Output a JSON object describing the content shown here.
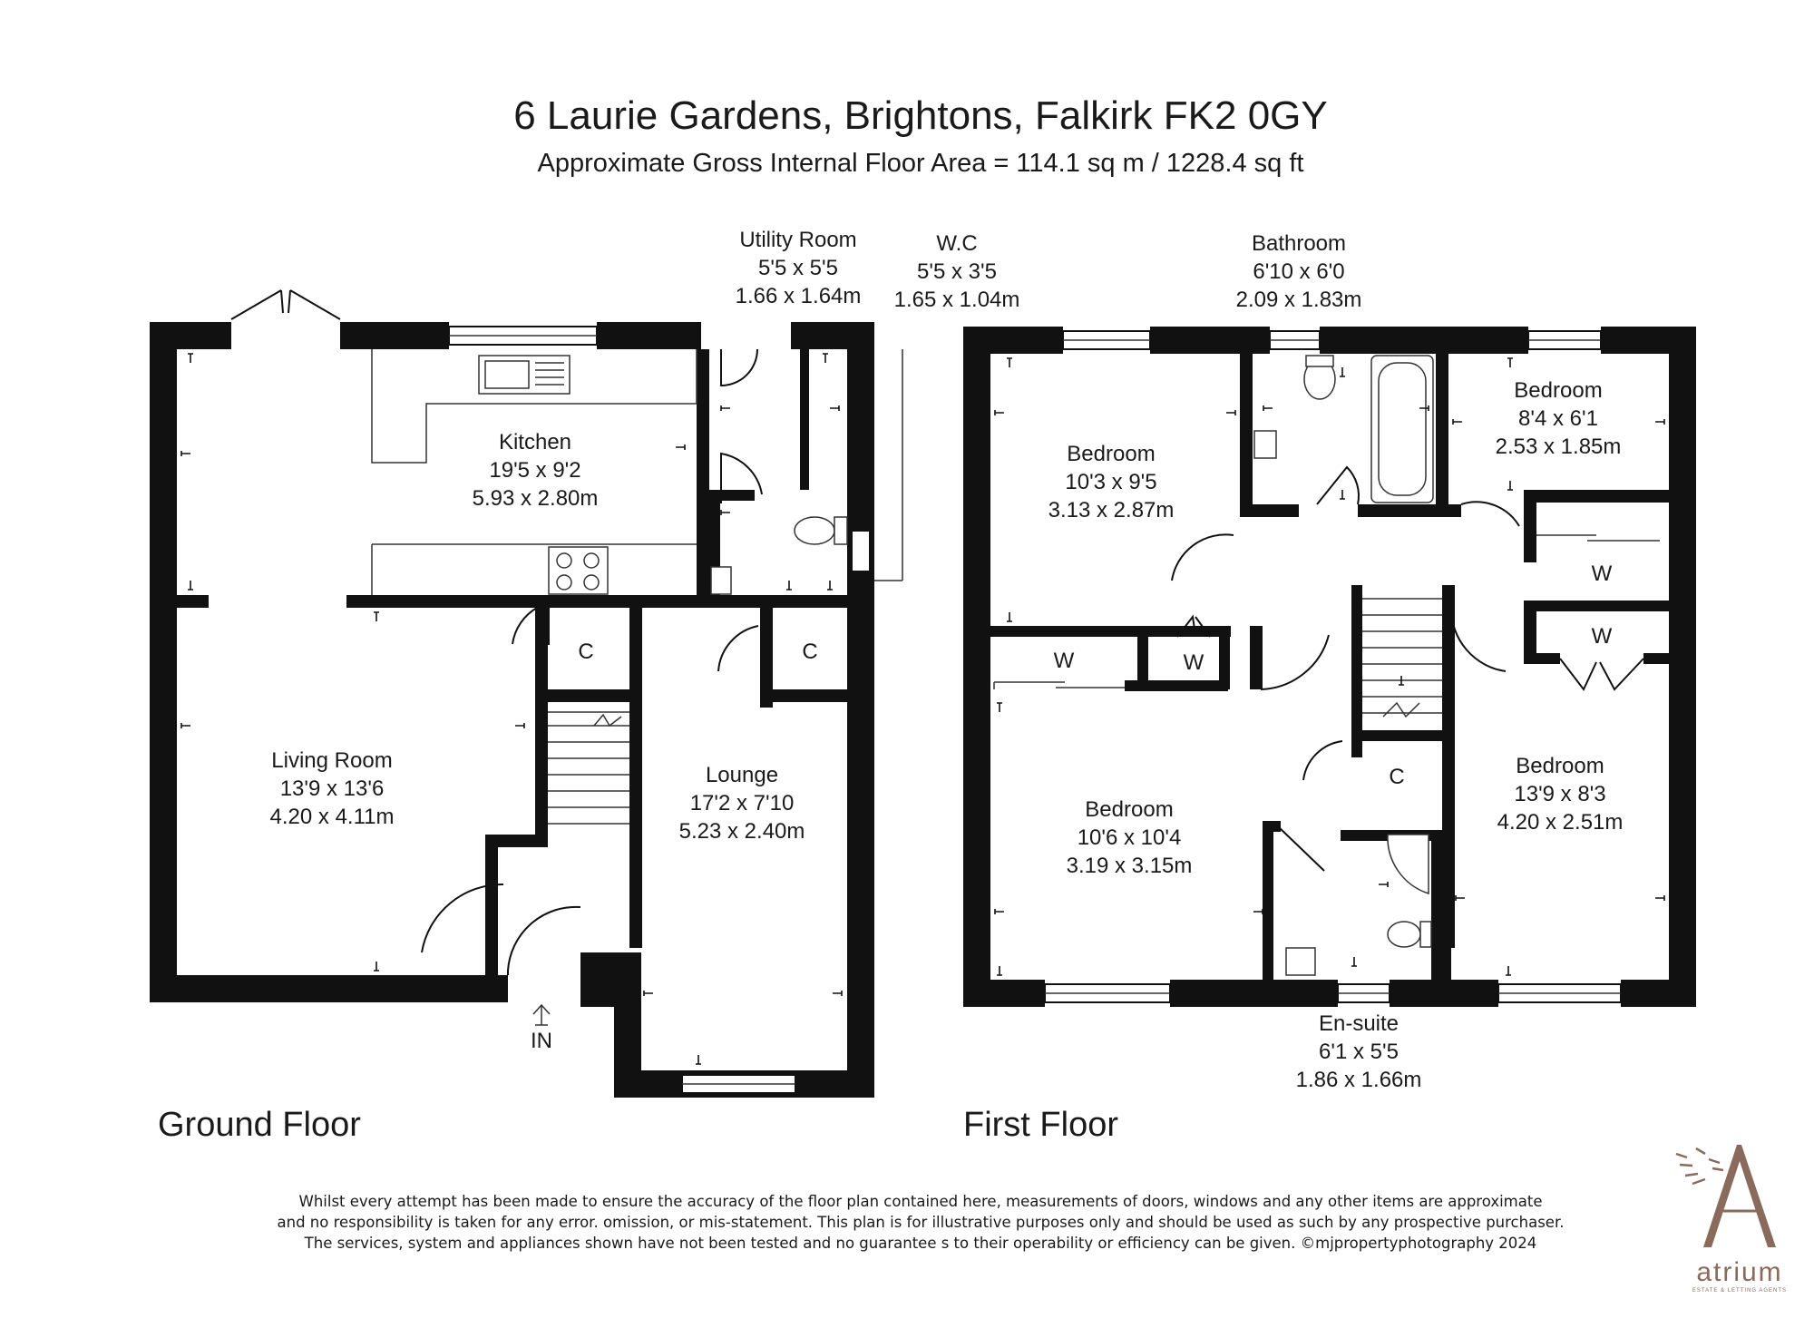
{
  "header": {
    "title": "6 Laurie Gardens, Brightons, Falkirk FK2 0GY",
    "subtitle": "Approximate Gross Internal Floor Area  =  114.1 sq m  / 1228.4 sq ft"
  },
  "floors": {
    "ground": {
      "label": "Ground Floor",
      "entrance": "IN",
      "rooms": {
        "kitchen": {
          "name": "Kitchen",
          "imperial": "19'5 x 9'2",
          "metric": "5.93 x 2.80m"
        },
        "utility": {
          "name": "Utility Room",
          "imperial": "5'5 x 5'5",
          "metric": "1.66 x 1.64m"
        },
        "wc": {
          "name": "W.C",
          "imperial": "5'5 x 3'5",
          "metric": "1.65 x 1.04m"
        },
        "living": {
          "name": "Living Room",
          "imperial": "13'9 x 13'6",
          "metric": "4.20 x 4.11m"
        },
        "lounge": {
          "name": "Lounge",
          "imperial": "17'2 x 7'10",
          "metric": "5.23 x 2.40m"
        },
        "cupboard1": "C",
        "cupboard2": "C"
      }
    },
    "first": {
      "label": "First Floor",
      "rooms": {
        "bathroom": {
          "name": "Bathroom",
          "imperial": "6'10 x 6'0",
          "metric": "2.09 x 1.83m"
        },
        "bedroom1": {
          "name": "Bedroom",
          "imperial": "10'3 x 9'5",
          "metric": "3.13 x 2.87m"
        },
        "bedroom2": {
          "name": "Bedroom",
          "imperial": "8'4 x 6'1",
          "metric": "2.53 x 1.85m"
        },
        "bedroom3": {
          "name": "Bedroom",
          "imperial": "10'6 x 10'4",
          "metric": "3.19 x 3.15m"
        },
        "bedroom4": {
          "name": "Bedroom",
          "imperial": "13'9 x 8'3",
          "metric": "4.20 x 2.51m"
        },
        "ensuite": {
          "name": "En-suite",
          "imperial": "6'1 x 5'5",
          "metric": "1.86 x 1.66m"
        },
        "wardrobe1": "W",
        "wardrobe2": "W",
        "wardrobe3": "W",
        "wardrobe4": "W",
        "cupboard": "C"
      }
    }
  },
  "disclaimer": {
    "line1": "Whilst every attempt has been made to ensure the accuracy of the floor plan contained here, measurements of doors, windows and any other items are approximate",
    "line2": "and no responsibility is taken for any error. omission, or mis-statement. This plan is for illustrative purposes only and should be used as such by any prospective purchaser.",
    "line3": "The services, system and appliances shown have not been  tested and no guarantee s to their operability or efficiency can be given.   ©mjpropertyphotography  2024"
  },
  "logo": {
    "letter": "A",
    "word": "atrium",
    "tagline": "ESTATE & LETTING AGENTS",
    "color": "#8a6a5a"
  }
}
